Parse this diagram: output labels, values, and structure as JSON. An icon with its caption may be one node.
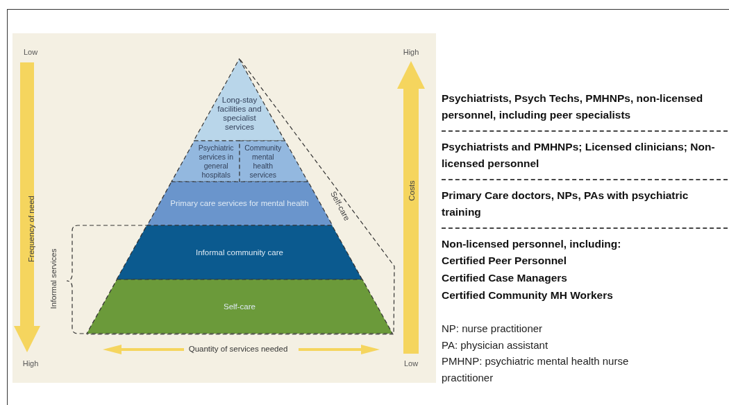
{
  "diagram": {
    "nodes": [
      {
        "text": [
          "Long-stay facilities and specialist services"
        ]
      },
      {
        "text": [
          "Psychiatric services in general hospitals"
        ]
      },
      {
        "text": [
          "Community mental health services"
        ]
      },
      {
        "text": [
          "Primary care services for mental health"
        ]
      },
      {
        "text": [
          "Informal community care"
        ]
      },
      {
        "text": [
          "Self-care"
        ]
      }
    ],
    "labels": [
      "Low",
      "Frequency of need",
      "High",
      "Informal services",
      "Self-care",
      "Quantity of services needed",
      "High",
      "Costs",
      "Low",
      "Psychiatrists, Psych Techs, PMHNPs, non-licensed personnel, including peer specialists",
      "Psychiatrists and PMHNPs; Licensed clinicians; Non-licensed personnel",
      "Primary Care doctors, NPs, PAs with psychiatric training",
      "Non-licensed personnel, including:",
      "Certified Peer Personnel",
      "Certified Case Managers",
      "Certified Community MH Workers",
      "NP: nurse practitioner",
      "PA: physician assistant",
      "PMHNP: psychiatric mental health nurse practitioner"
    ]
  }
}
